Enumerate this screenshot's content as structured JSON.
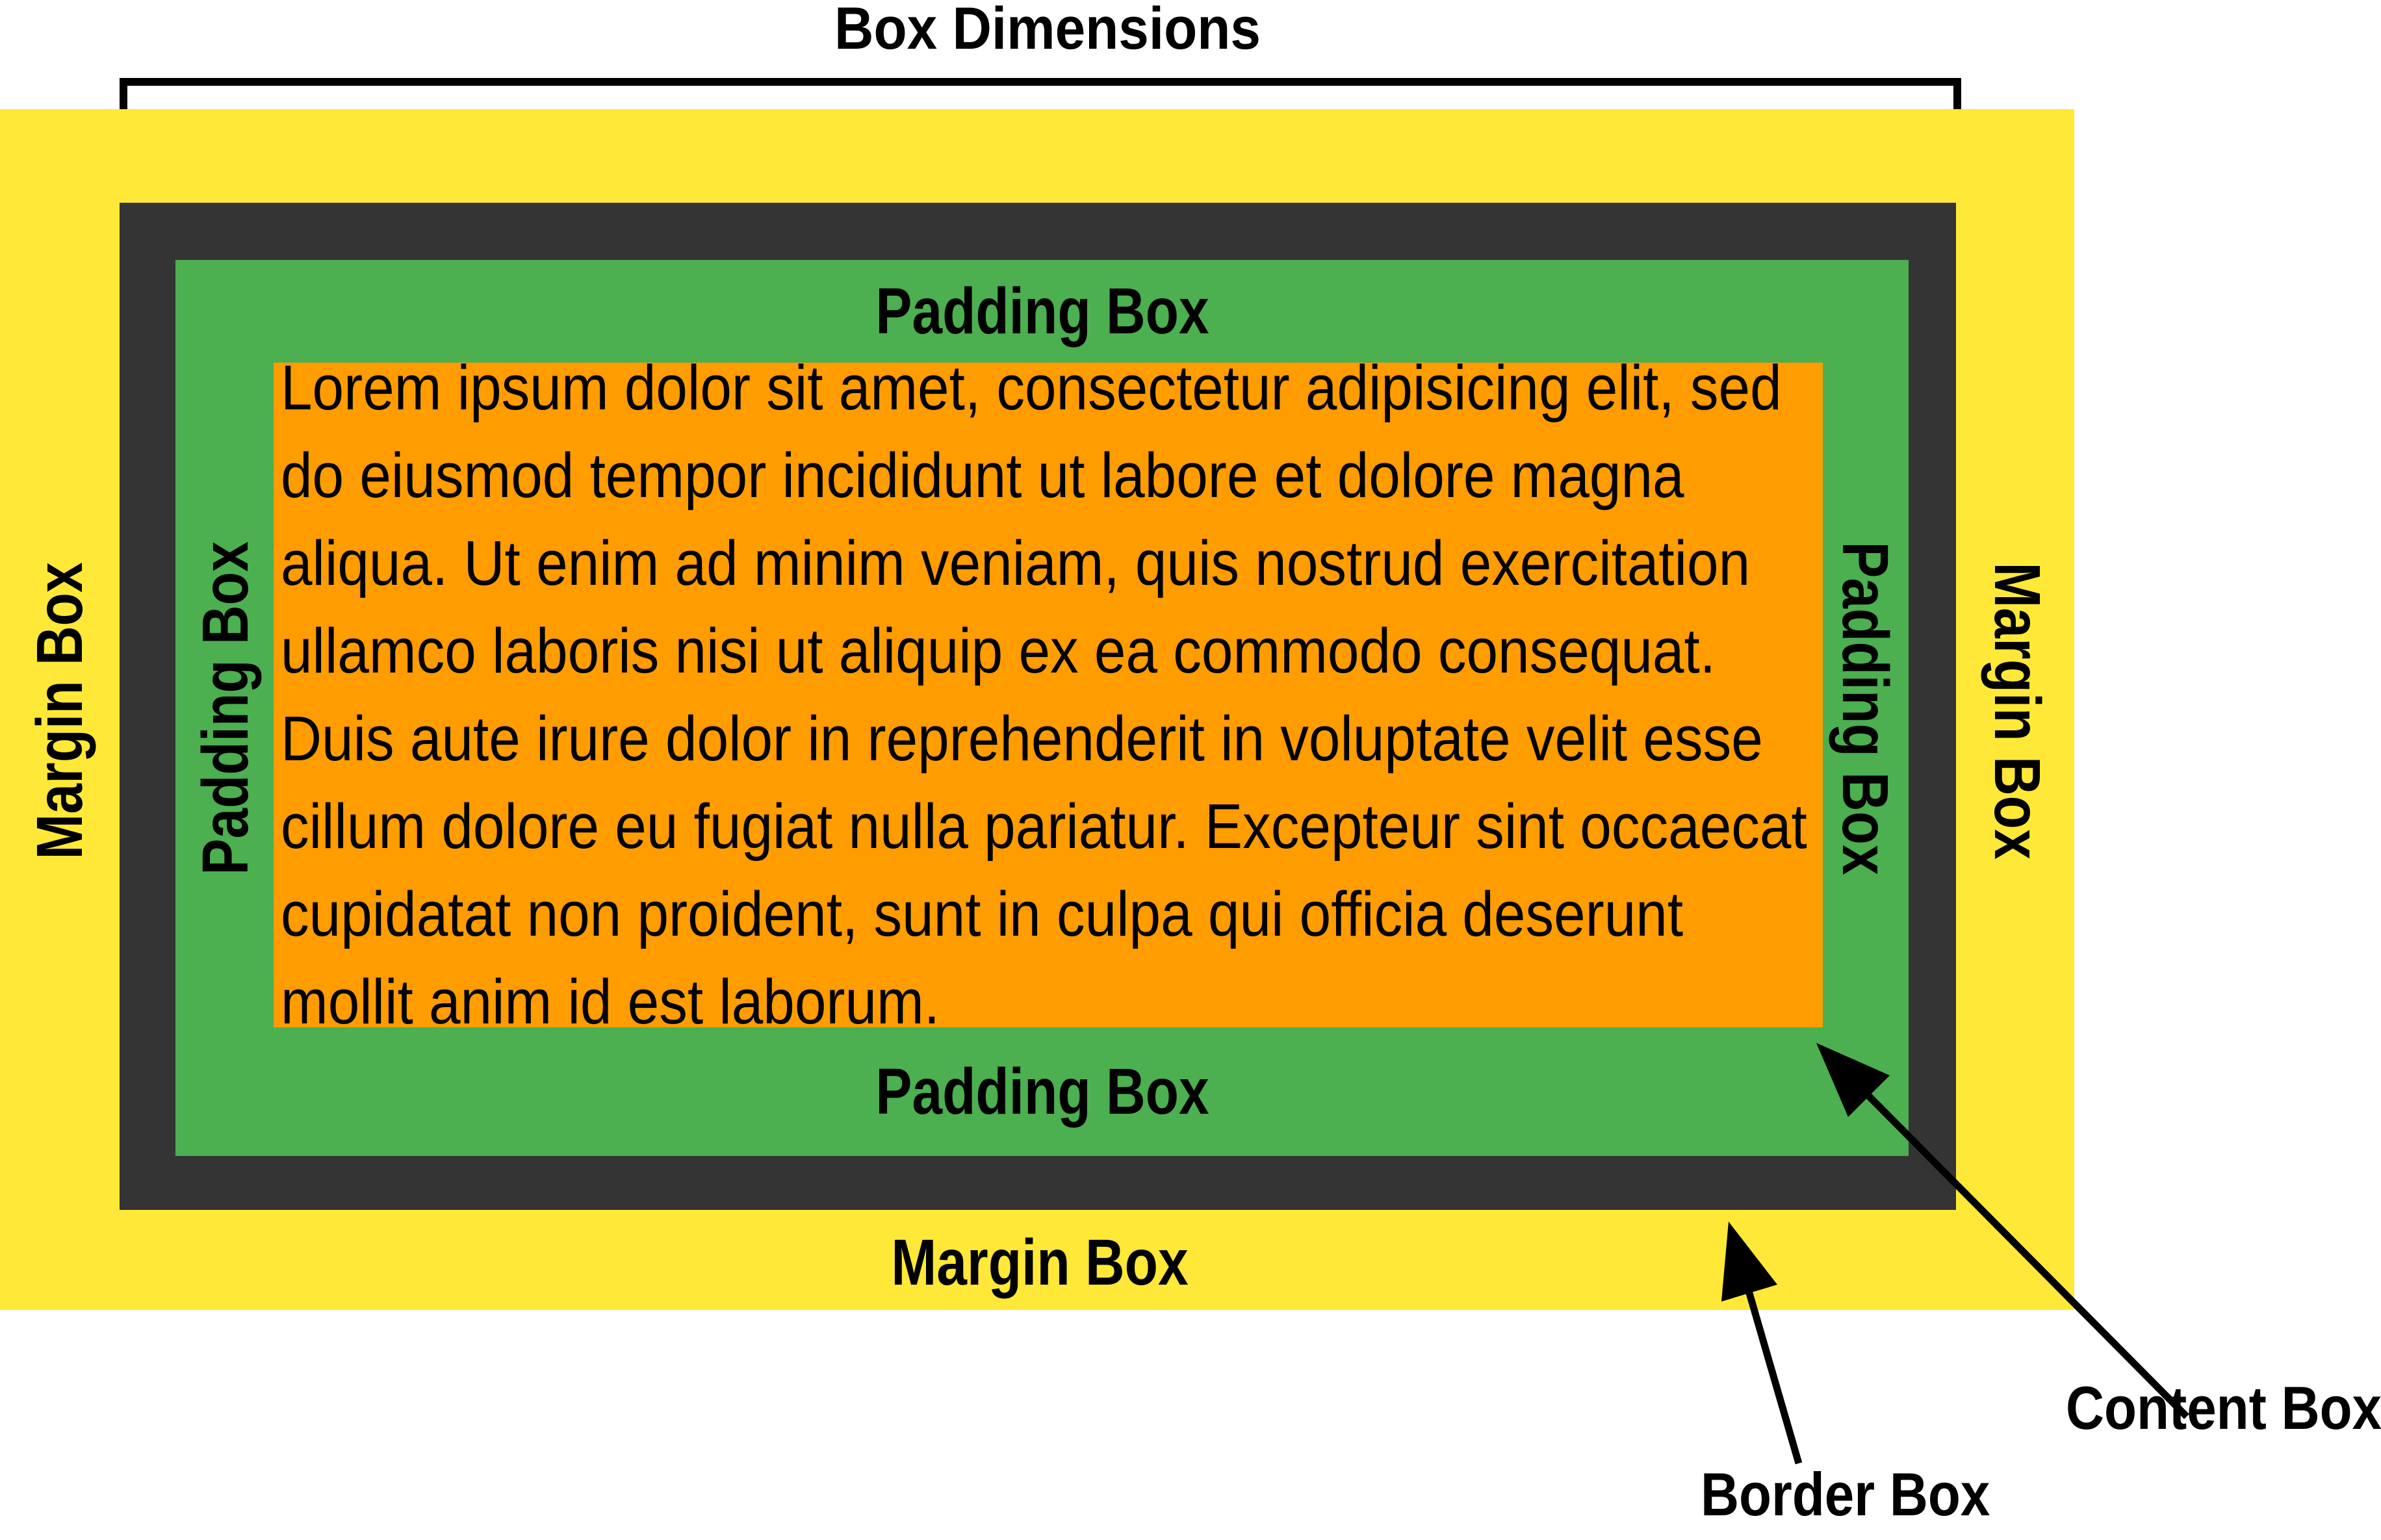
{
  "title": "Box Dimensions",
  "colors": {
    "margin_box": "#FFE838",
    "border_box": "#343434",
    "padding_box": "#4CAF50",
    "content_box": "#FF9C00",
    "label_text": "#000000",
    "background": "#FFFFFF"
  },
  "margin_box": {
    "label_left": "Margin Box",
    "label_right": "Margin Box",
    "label_bottom": "Margin Box"
  },
  "padding_box": {
    "label_top": "Padding Box",
    "label_bottom": "Padding Box",
    "label_left": "Padding Box",
    "label_right": "Padding Box"
  },
  "content_box": {
    "text_lines": [
      "Lorem ipsum dolor sit amet, consectetur adipisicing elit, sed",
      "do eiusmod tempor incididunt ut labore et dolore magna",
      "aliqua. Ut enim ad minim veniam, quis nostrud exercitation",
      "ullamco laboris nisi ut aliquip ex ea commodo consequat.",
      "Duis aute irure dolor in reprehenderit in voluptate velit esse",
      "cillum dolore eu fugiat nulla pariatur. Excepteur sint occaecat",
      "cupidatat non proident, sunt in culpa qui officia deserunt",
      "mollit anim id est laborum."
    ]
  },
  "callouts": {
    "content_box": "Content Box",
    "border_box": "Border Box"
  }
}
